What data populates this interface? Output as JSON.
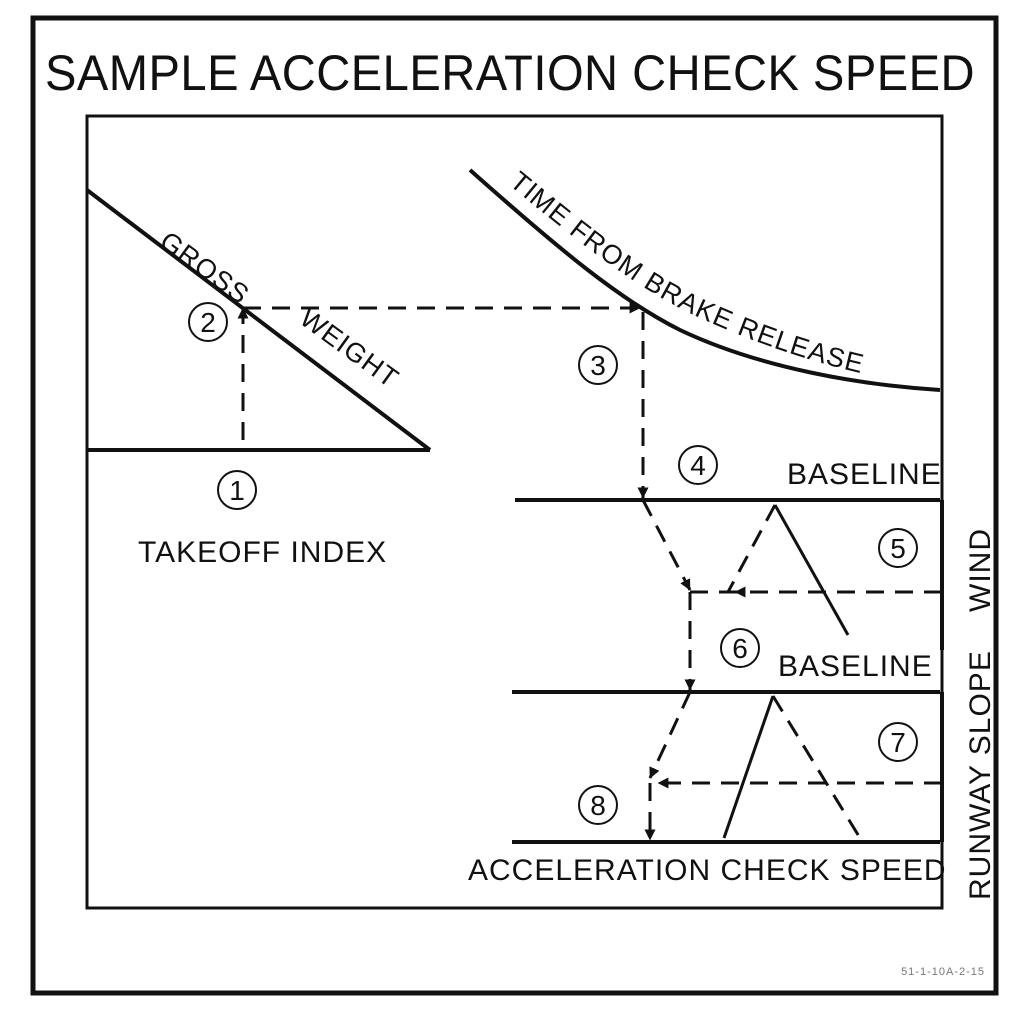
{
  "title": "SAMPLE ACCELERATION CHECK SPEED",
  "labels": {
    "gross": "GROSS",
    "weight": "WEIGHT",
    "takeoff_index": "TAKEOFF INDEX",
    "time_from_brake_release": "TIME FROM BRAKE RELEASE",
    "baseline_1": "BASELINE",
    "baseline_2": "BASELINE",
    "wind": "WIND",
    "runway_slope": "RUNWAY SLOPE",
    "acceleration_check_speed": "ACCELERATION CHECK SPEED"
  },
  "steps": [
    "1",
    "2",
    "3",
    "4",
    "5",
    "6",
    "7",
    "8"
  ],
  "reference": "51-1-10A-2-15"
}
